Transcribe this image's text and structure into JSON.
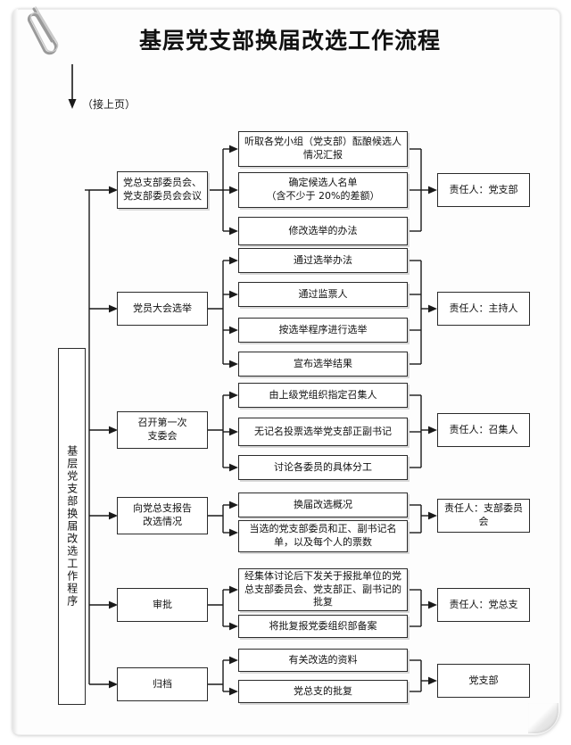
{
  "document": {
    "title": "基层党支部换届改选工作流程",
    "continuation_note": "（接上页）",
    "spine_label": "基层党支部换届改选工作程序"
  },
  "icons": {
    "paperclip": "paperclip-icon",
    "down_arrow": "down-arrow-icon"
  },
  "colors": {
    "page": "#fdfdfd",
    "box_border": "#2b2b2b",
    "text": "#111111",
    "line": "#1a1a1a"
  },
  "groups": [
    {
      "id": "group-1",
      "stage": "党总支部委员会、\n党支部委员会会议",
      "tasks": [
        "听取各党小组（党支部）酝酿候选人情况汇报",
        "确定候选人名单\n（含不少于 20%的差额）",
        "修改选举的办法"
      ],
      "owner": "责任人：党支部"
    },
    {
      "id": "group-2",
      "stage": "党员大会选举",
      "tasks": [
        "通过选举办法",
        "通过监票人",
        "按选举程序进行选举",
        "宣布选举结果"
      ],
      "owner": "责任人：主持人"
    },
    {
      "id": "group-3",
      "stage": "召开第一次\n支委会",
      "tasks": [
        "由上级党组织指定召集人",
        "无记名投票选举党支部正副书记",
        "讨论各委员的具体分工"
      ],
      "owner": "责任人：召集人"
    },
    {
      "id": "group-4",
      "stage": "向党总支报告\n改选情况",
      "tasks": [
        "换届改选概况",
        "当选的党支部委员和正、副书记名单，以及每个人的票数"
      ],
      "owner": "责任人：支部委员会"
    },
    {
      "id": "group-5",
      "stage": "审批",
      "tasks": [
        "经集体讨论后下发关于报批单位的党总支部委员会、党支部正、副书记的批复",
        "将批复报党委组织部备案"
      ],
      "owner": "责任人：党总支"
    },
    {
      "id": "group-6",
      "stage": "归档",
      "tasks": [
        "有关改选的资料",
        "党总支的批复"
      ],
      "owner": "党支部"
    }
  ]
}
